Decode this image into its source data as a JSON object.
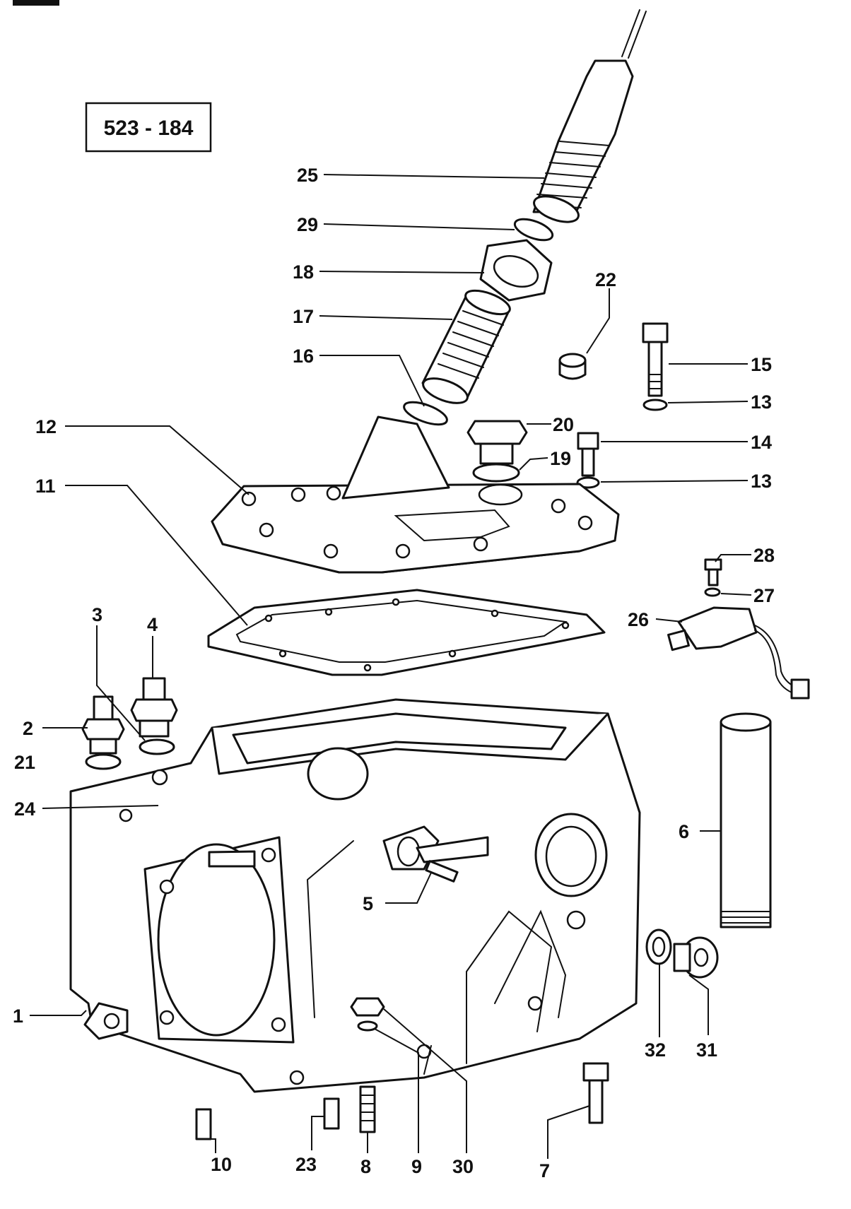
{
  "reference_box": {
    "label": "523 - 184"
  },
  "callouts": [
    {
      "label": "25"
    },
    {
      "label": "29"
    },
    {
      "label": "18"
    },
    {
      "label": "17"
    },
    {
      "label": "16"
    },
    {
      "label": "22"
    },
    {
      "label": "15"
    },
    {
      "label": "13"
    },
    {
      "label": "12"
    },
    {
      "label": "20"
    },
    {
      "label": "14"
    },
    {
      "label": "19"
    },
    {
      "label": "13"
    },
    {
      "label": "11"
    },
    {
      "label": "28"
    },
    {
      "label": "27"
    },
    {
      "label": "26"
    },
    {
      "label": "3"
    },
    {
      "label": "4"
    },
    {
      "label": "2"
    },
    {
      "label": "21"
    },
    {
      "label": "24"
    },
    {
      "label": "6"
    },
    {
      "label": "5"
    },
    {
      "label": "1"
    },
    {
      "label": "32"
    },
    {
      "label": "31"
    },
    {
      "label": "10"
    },
    {
      "label": "23"
    },
    {
      "label": "8"
    },
    {
      "label": "9"
    },
    {
      "label": "30"
    },
    {
      "label": "7"
    }
  ]
}
